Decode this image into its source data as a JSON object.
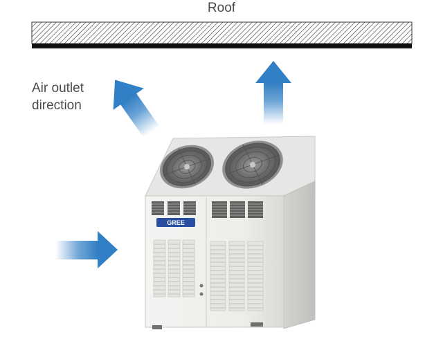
{
  "roof_label": "Roof",
  "outlet_label": {
    "line1": "Air outlet",
    "line2": "direction"
  },
  "logo_text": "GREE",
  "colors": {
    "arrow": "#3b86c8",
    "text": "#4a4a4a",
    "roof_edge": "#111111",
    "unit_body": "#ecedeb",
    "logo_plate": "#2b4fa0"
  },
  "icons": [
    "outdoor-unit-icon",
    "air-arrow-icon"
  ]
}
